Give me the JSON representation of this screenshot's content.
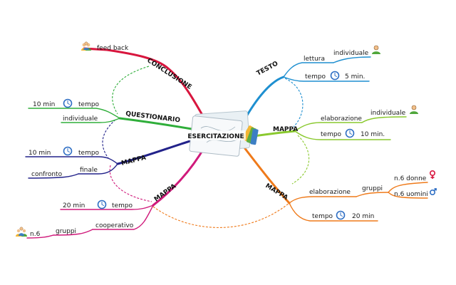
{
  "center": {
    "label": "ESERCITAZIONE"
  },
  "colors": {
    "testo": "#1e8fd0",
    "mappa_right": "#8ac92e",
    "mappa_bottom": "#ef7a1a",
    "mappa_lower_left": "#d01a7b",
    "mappa_left": "#22228a",
    "questionario": "#2fae3a",
    "conclusione": "#d8163e",
    "clock": "#2f6fc4"
  },
  "branches": {
    "testo": {
      "title": "TESTO",
      "lettura": "lettura",
      "individuale": "individuale",
      "tempo": "tempo",
      "time": "5 min."
    },
    "mappa_right": {
      "title": "MAPPA",
      "elaborazione": "elaborazione",
      "individuale": "individuale",
      "tempo": "tempo",
      "time": "10 min."
    },
    "mappa_bottom": {
      "title": "MAPPA",
      "elaborazione": "elaborazione",
      "gruppi": "gruppi",
      "donne": "n.6 donne",
      "uomini": "n.6 uomini",
      "tempo": "tempo",
      "time": "20 min"
    },
    "conclusione": {
      "title": "CONCLUSIONE",
      "feedback": "feed back"
    },
    "questionario": {
      "title": "QUESTIONARIO",
      "time": "10 min",
      "tempo": "tempo",
      "individuale": "individuale"
    },
    "mappa_left": {
      "title": "MAPPA",
      "time": "10 min",
      "tempo": "tempo",
      "finale": "finale",
      "confronto": "confronto"
    },
    "mappa_lower_left": {
      "title": "MAPPA",
      "time": "20 min",
      "tempo": "tempo",
      "cooperativo": "cooperativo",
      "gruppi": "gruppi",
      "n6": "n.6"
    }
  },
  "icons": {
    "person_individual": "person-icon",
    "clock": "clock-icon",
    "group": "group-icon",
    "female": "female-symbol-icon",
    "male": "male-symbol-icon",
    "center_image": "map-document-icon"
  }
}
